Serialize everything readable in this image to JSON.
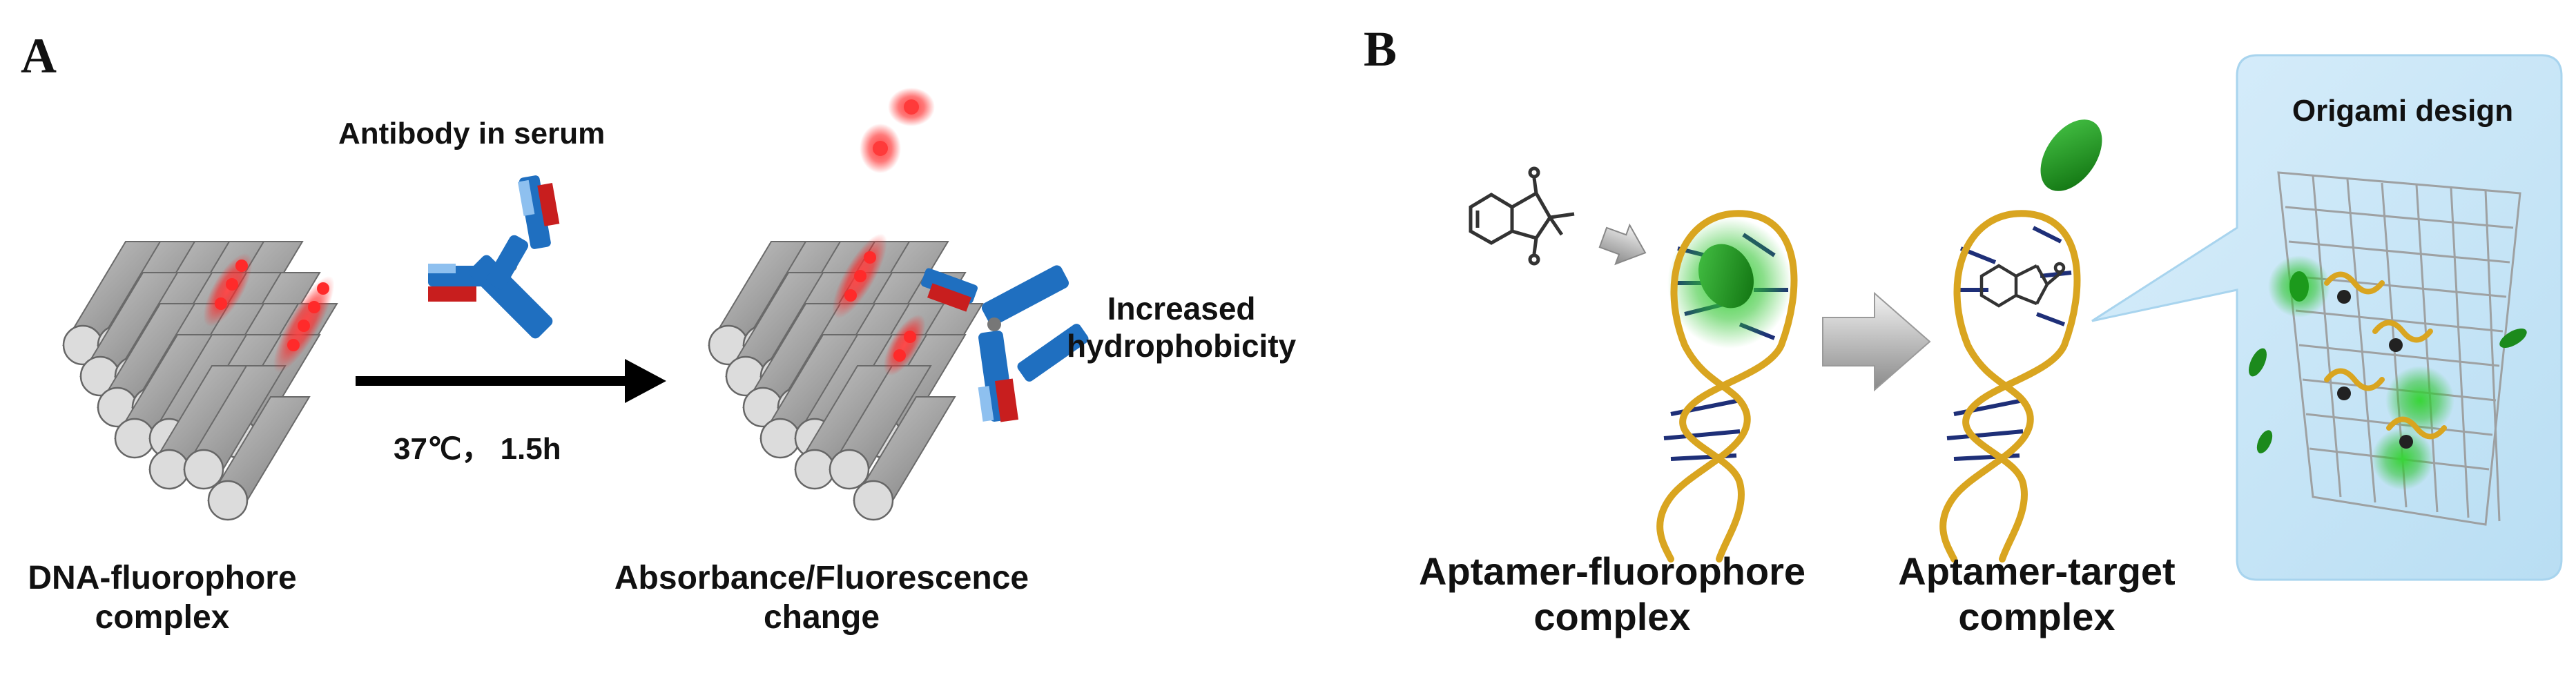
{
  "panel_a": {
    "letter": "A",
    "antibody_label": "Antibody in serum",
    "condition_label": "37℃， 1.5h",
    "hydrophobicity_label": "Increased\nhydrophobicity",
    "left_complex_label": "DNA-fluorophore\ncomplex",
    "right_complex_label": "Absorbance/Fluorescence\nchange"
  },
  "panel_b": {
    "letter": "B",
    "aptamer_fluorophore_label": "Aptamer-fluorophore\ncomplex",
    "aptamer_target_label": "Aptamer-target\ncomplex",
    "origami_label": "Origami design"
  },
  "colors": {
    "fluorophore_red": "#e02020",
    "antibody_blue": "#1f6fc0",
    "antibody_red": "#c81e1e",
    "fluor_green": "#1fa81f",
    "aptamer_gold": "#d9a520",
    "aptamer_navy": "#1e2f78",
    "bubble_blue": "#cfe9f8"
  }
}
